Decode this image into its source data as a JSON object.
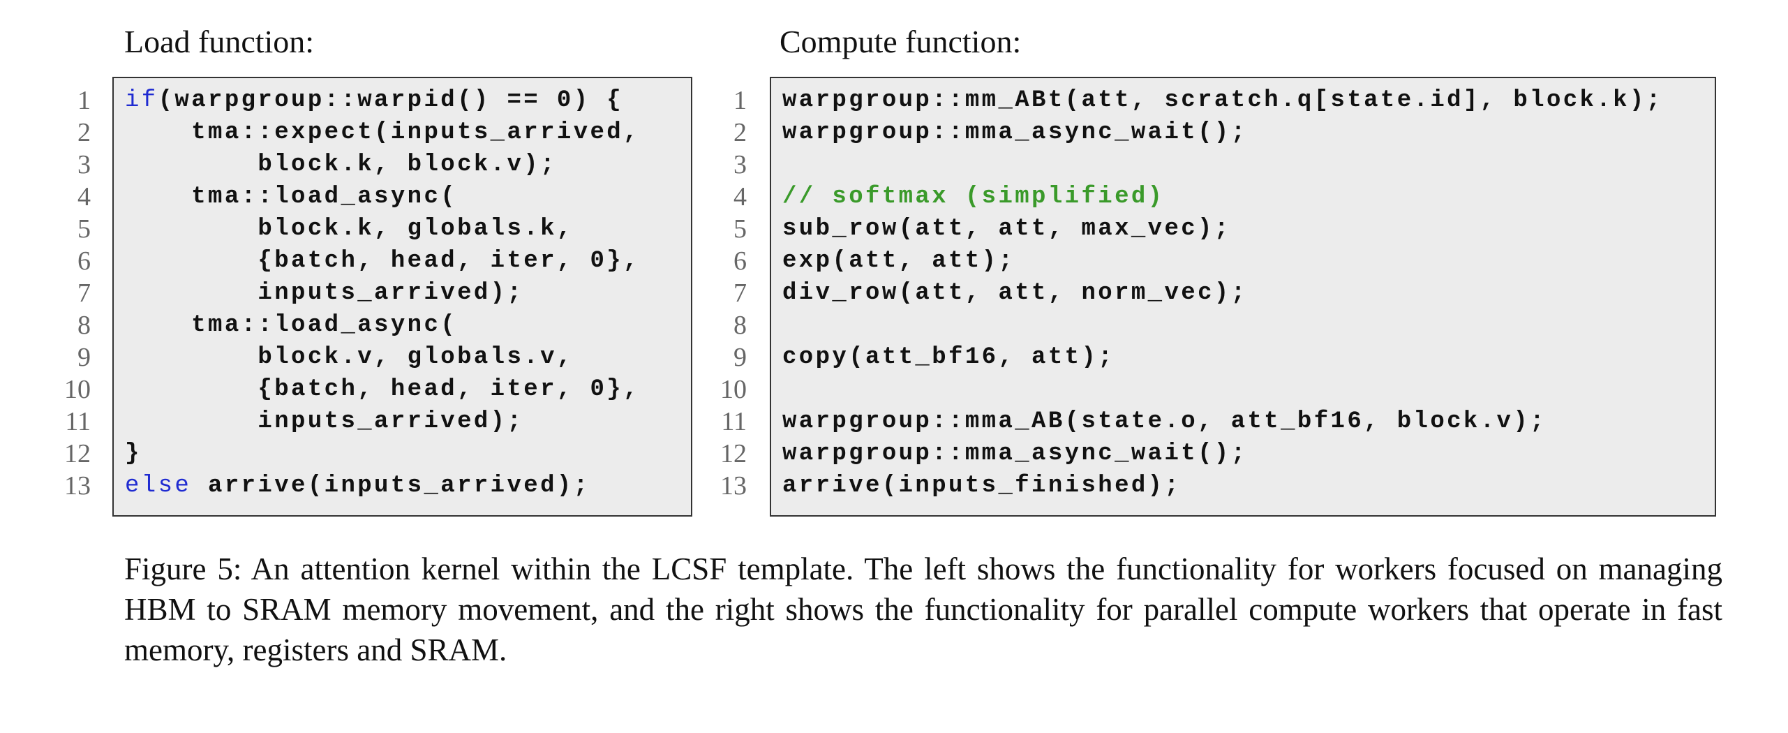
{
  "load": {
    "title": "Load function:",
    "lines": [
      {
        "kw": "if",
        "text": "(warpgroup::warpid() == 0) {"
      },
      {
        "kw": "",
        "text": "    tma::expect(inputs_arrived,"
      },
      {
        "kw": "",
        "text": "        block.k, block.v);"
      },
      {
        "kw": "",
        "text": "    tma::load_async("
      },
      {
        "kw": "",
        "text": "        block.k, globals.k,"
      },
      {
        "kw": "",
        "text": "        {batch, head, iter, 0},"
      },
      {
        "kw": "",
        "text": "        inputs_arrived);"
      },
      {
        "kw": "",
        "text": "    tma::load_async("
      },
      {
        "kw": "",
        "text": "        block.v, globals.v,"
      },
      {
        "kw": "",
        "text": "        {batch, head, iter, 0},"
      },
      {
        "kw": "",
        "text": "        inputs_arrived);"
      },
      {
        "kw": "",
        "text": "}"
      },
      {
        "kw": "else",
        "text": " arrive(inputs_arrived);"
      }
    ]
  },
  "compute": {
    "title": "Compute function:",
    "lines": [
      {
        "text": "warpgroup::mm_ABt(att, scratch.q[state.id], block.k);"
      },
      {
        "text": "warpgroup::mma_async_wait();"
      },
      {
        "text": ""
      },
      {
        "text": "// softmax (simplified)",
        "comment": true
      },
      {
        "text": "sub_row(att, att, max_vec);"
      },
      {
        "text": "exp(att, att);"
      },
      {
        "text": "div_row(att, att, norm_vec);"
      },
      {
        "text": ""
      },
      {
        "text": "copy(att_bf16, att);"
      },
      {
        "text": ""
      },
      {
        "text": "warpgroup::mma_AB(state.o, att_bf16, block.v);"
      },
      {
        "text": "warpgroup::mma_async_wait();"
      },
      {
        "text": "arrive(inputs_finished);"
      }
    ]
  },
  "line_numbers": [
    "1",
    "2",
    "3",
    "4",
    "5",
    "6",
    "7",
    "8",
    "9",
    "10",
    "11",
    "12",
    "13"
  ],
  "colors": {
    "keyword": "#1f2bd1",
    "comment": "#3a9a2a",
    "code_background": "#ececec",
    "line_number": "#666666"
  },
  "caption": "Figure 5: An attention kernel within the LCSF template. The left shows the functionality for workers focused on managing HBM to SRAM memory movement, and the right shows the functionality for parallel compute workers that operate in fast memory, registers and SRAM."
}
